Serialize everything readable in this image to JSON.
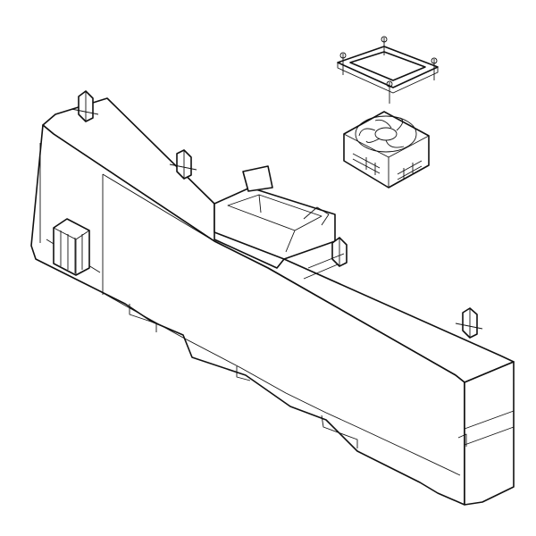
{
  "figure": {
    "parts": [
      "housing",
      "fan",
      "fan-mounting-frame"
    ],
    "colors": {
      "line": "#111111",
      "background": "#ffffff"
    }
  }
}
